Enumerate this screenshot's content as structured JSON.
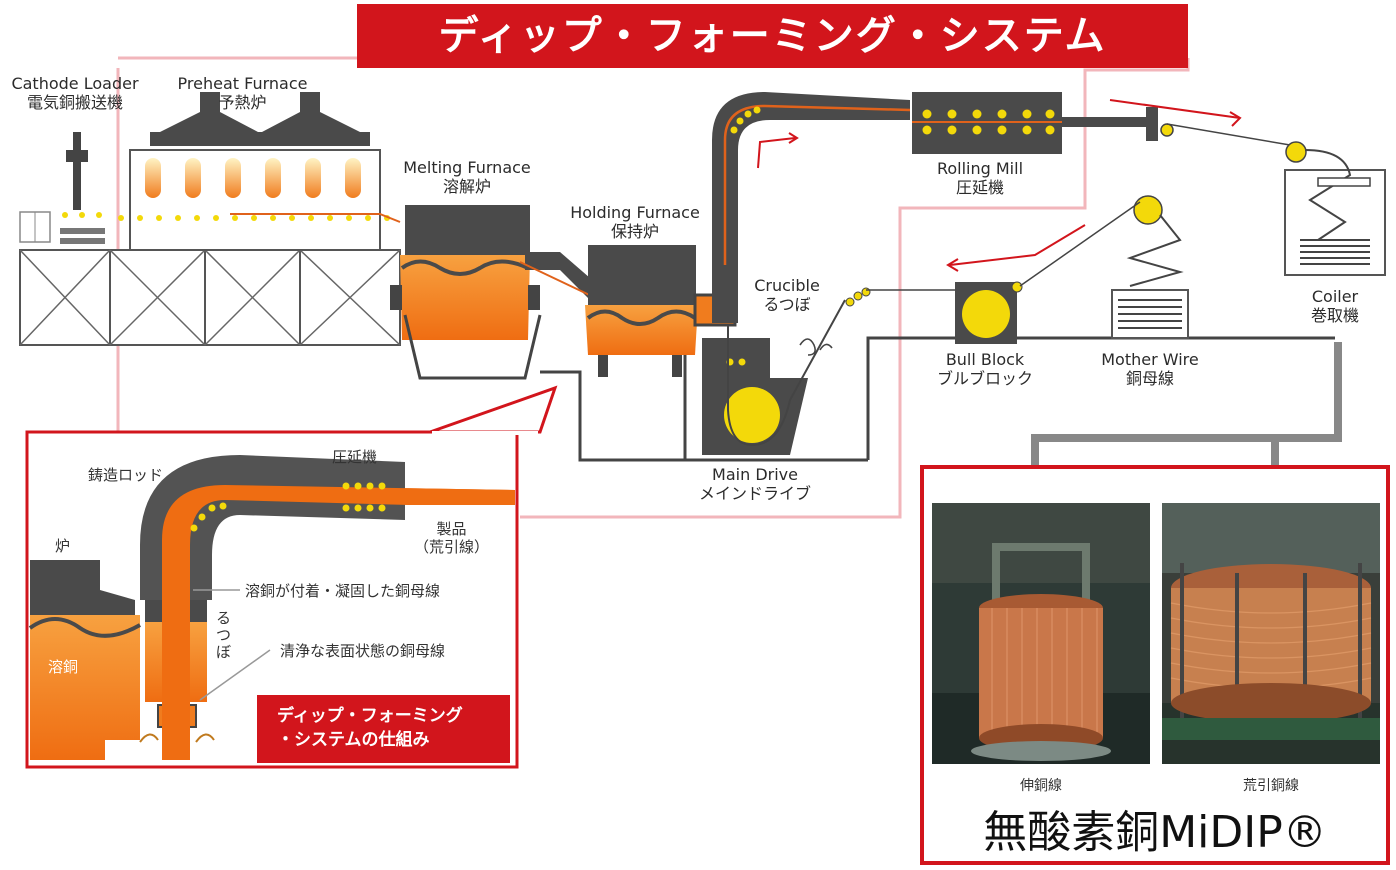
{
  "title": "ディップ・フォーミング・システム",
  "stations": {
    "cathode_loader": {
      "en": "Cathode Loader",
      "ja": "電気銅搬送機"
    },
    "preheat_furnace": {
      "en": "Preheat Furnace",
      "ja": "予熱炉"
    },
    "melting_furnace": {
      "en": "Melting Furnace",
      "ja": "溶解炉"
    },
    "holding_furnace": {
      "en": "Holding Furnace",
      "ja": "保持炉"
    },
    "crucible": {
      "en": "Crucible",
      "ja": "るつぼ"
    },
    "main_drive": {
      "en": "Main Drive",
      "ja": "メインドライブ"
    },
    "rolling_mill": {
      "en": "Rolling Mill",
      "ja": "圧延機"
    },
    "bull_block": {
      "en": "Bull Block",
      "ja": "ブルブロック"
    },
    "mother_wire": {
      "en": "Mother Wire",
      "ja": "銅母線"
    },
    "coiler": {
      "en": "Coiler",
      "ja": "巻取機"
    }
  },
  "inset": {
    "cast_rod": "鋳造ロッド",
    "rolling_mill": "圧延機",
    "furnace": "炉",
    "molten_copper": "溶銅",
    "crucible": "るつぼ",
    "product_line1": "製品",
    "product_line2": "（荒引線）",
    "note_solidified": "溶銅が付着・凝固した銅母線",
    "note_clean": "清浄な表面状態の銅母線",
    "caption_line1": "ディップ・フォーミング",
    "caption_line2": "・システムの仕組み"
  },
  "products": {
    "left_caption": "伸銅線",
    "right_caption": "荒引銅線",
    "brand": "無酸素銅MiDIP®"
  },
  "colors": {
    "accent_red": "#d2151c",
    "machine_dark": "#4a4a4a",
    "molten_orange": "#f07c1e",
    "roller_yellow": "#f3d90a",
    "guide_pink": "#f2b6bb"
  }
}
